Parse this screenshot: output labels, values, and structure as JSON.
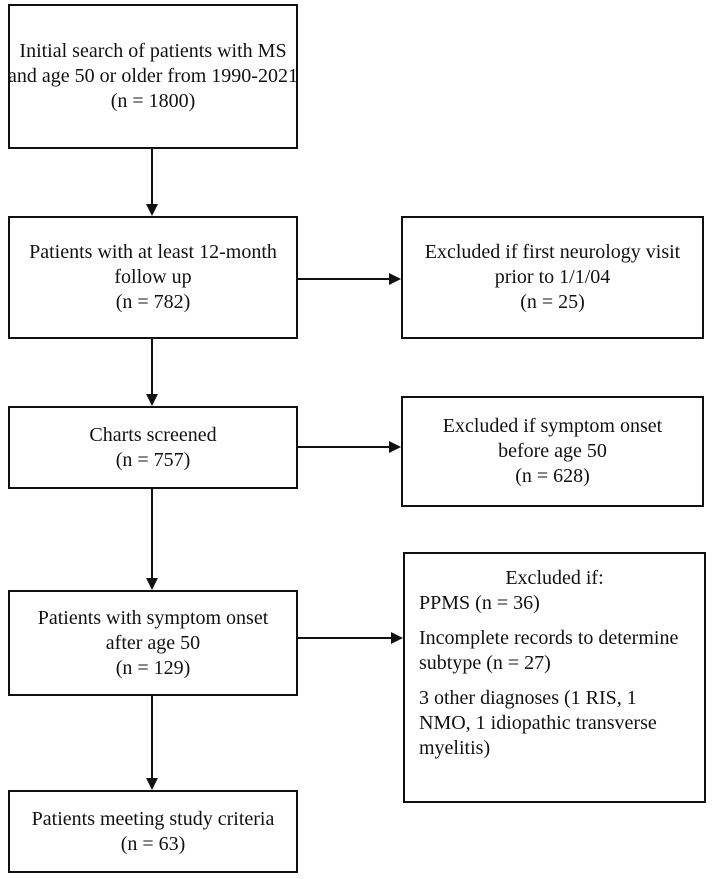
{
  "boxes": {
    "initial_search": {
      "lines": [
        "Initial search of patients with MS",
        "and age 50 or older from 1990-2021",
        "(n = 1800)"
      ]
    },
    "followup": {
      "lines": [
        "Patients with at least 12-month",
        "follow up",
        "(n = 782)"
      ]
    },
    "excluded_visit": {
      "lines": [
        "Excluded if first neurology visit",
        "prior to 1/1/04",
        "(n = 25)"
      ]
    },
    "charts_screened": {
      "lines": [
        "Charts screened",
        "(n = 757)"
      ]
    },
    "excluded_onset": {
      "lines": [
        "Excluded if symptom onset",
        "before age 50",
        "(n = 628)"
      ]
    },
    "onset_after_50": {
      "lines": [
        "Patients with symptom onset",
        "after age 50",
        "(n = 129)"
      ]
    },
    "excluded_if": {
      "heading": "Excluded if:",
      "ppms": "PPMS (n = 36)",
      "incomplete": [
        "Incomplete records to determine",
        "subtype (n = 27)"
      ],
      "other": [
        "3 other diagnoses (1 RIS, 1",
        "NMO, 1 idiopathic transverse",
        "myelitis)"
      ]
    },
    "meeting_criteria": {
      "lines": [
        "Patients meeting study criteria",
        "(n = 63)"
      ]
    }
  }
}
